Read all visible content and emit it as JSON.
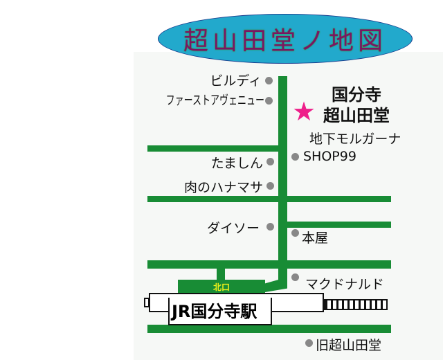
{
  "title": "超山田堂ノ地図",
  "shop": {
    "line1": "国分寺",
    "line2": "超山田堂",
    "location": "地下モルガーナ",
    "icon": "star-icon",
    "color": "#ee1f8a"
  },
  "landmarks_left": [
    "ビルディ",
    "ファーストアヴェニュー",
    "たましん",
    "肉のハナマサ",
    "ダイソー"
  ],
  "landmarks_right": [
    "SHOP99",
    "本屋",
    "マクドナルド",
    "旧超山田堂"
  ],
  "station": {
    "name": "JR国分寺駅",
    "exit": "北口"
  },
  "colors": {
    "road": "#188c35",
    "oval": "#22a9cc",
    "title_text": "#7b1563"
  }
}
